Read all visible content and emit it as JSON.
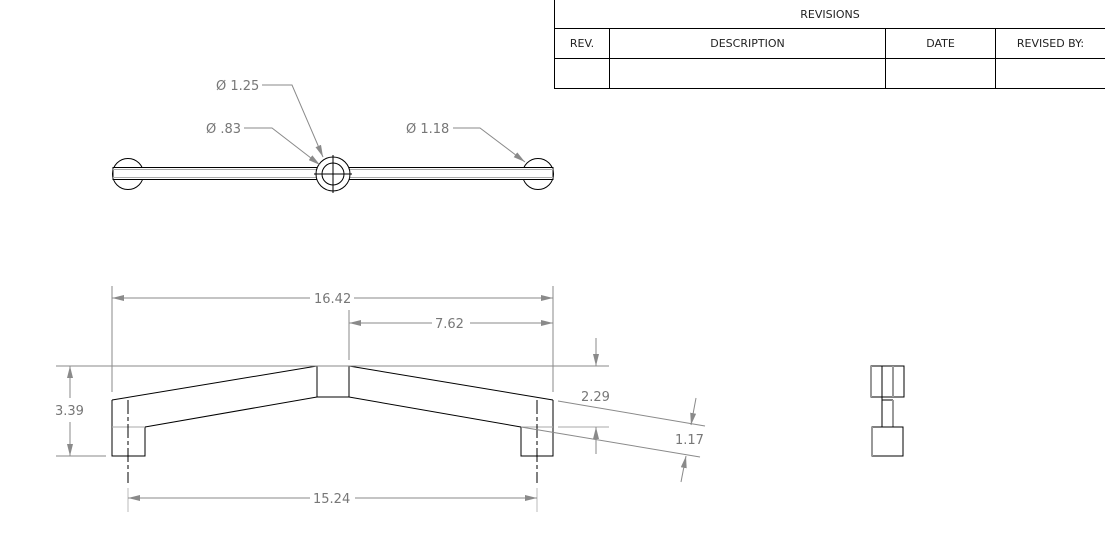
{
  "revisions_table": {
    "title": "REVISIONS",
    "columns": [
      "REV.",
      "DESCRIPTION",
      "DATE",
      "REVISED BY:"
    ],
    "rows": [
      [
        "",
        "",
        "",
        ""
      ]
    ]
  },
  "top_view": {
    "callouts": {
      "hub_outer_diameter": "Ø 1.25",
      "hub_inner_diameter": "Ø .83",
      "end_diameter": "Ø 1.18"
    }
  },
  "front_view": {
    "dimensions": {
      "overall_length": "16.42",
      "half_length": "7.62",
      "height": "3.39",
      "drop": "2.29",
      "thickness": "1.17",
      "hole_spacing": "15.24"
    }
  },
  "colors": {
    "object_line": "#000000",
    "dimension_line": "#8a8a8a",
    "dimension_text": "#777777"
  }
}
